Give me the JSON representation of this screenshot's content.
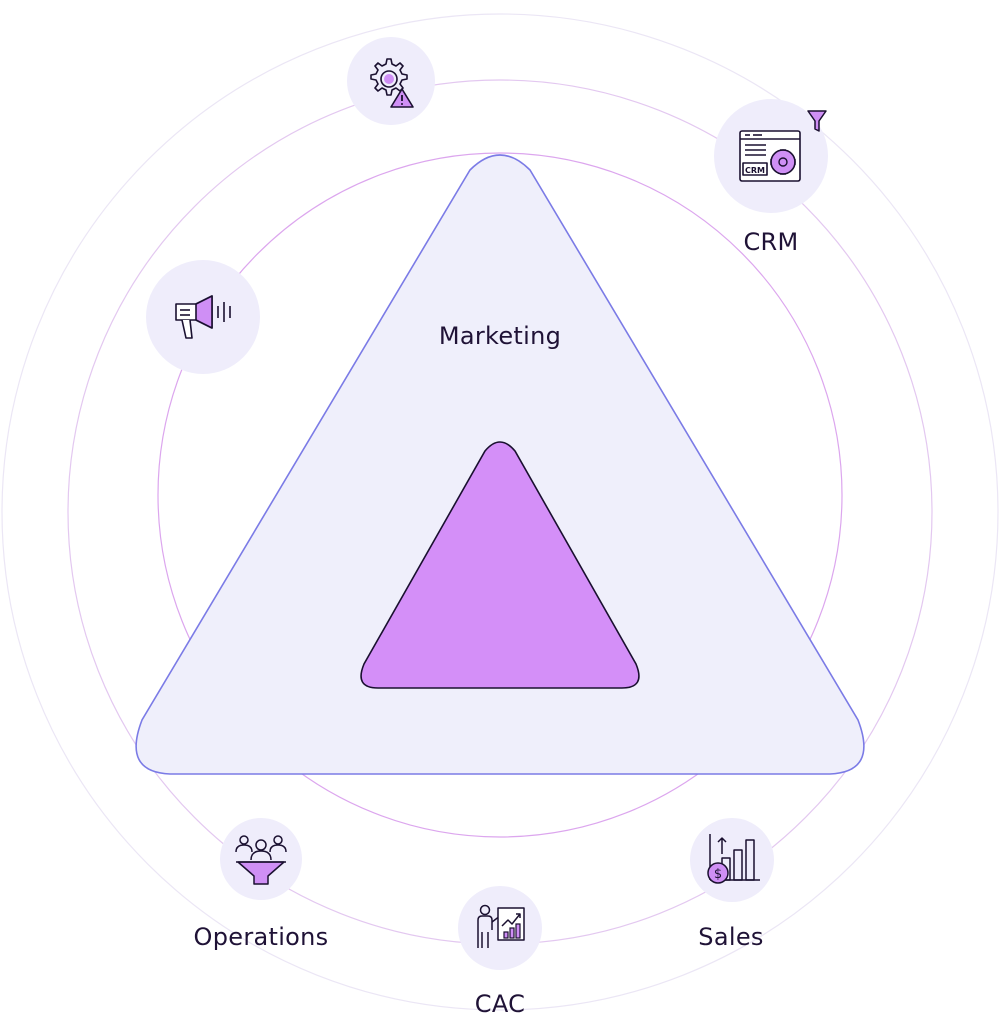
{
  "colors": {
    "background": "#ffffff",
    "outer_ring": "#ebe6f5",
    "middle_ring": "#e3c8f0",
    "inner_ring": "#dca6ee",
    "triangle_fill": "#efeffb",
    "triangle_stroke": "#7b7be6",
    "inner_triangle_fill": "#d48ff8",
    "inner_triangle_stroke": "#1a1030",
    "bubble_fill": "#efedfb",
    "icon_stroke": "#1a1030",
    "icon_accent": "#cf8ff5",
    "text": "#1f1236"
  },
  "center_label": "Marketing",
  "nodes": [
    {
      "id": "gear-alert",
      "label": "",
      "icon": "gear-alert-icon"
    },
    {
      "id": "crm",
      "label": "CRM",
      "icon": "crm-dashboard-icon"
    },
    {
      "id": "megaphone",
      "label": "",
      "icon": "megaphone-icon"
    },
    {
      "id": "operations",
      "label": "Operations",
      "icon": "people-funnel-icon"
    },
    {
      "id": "cac",
      "label": "CAC",
      "icon": "presentation-chart-icon"
    },
    {
      "id": "sales",
      "label": "Sales",
      "icon": "sales-growth-icon"
    }
  ]
}
